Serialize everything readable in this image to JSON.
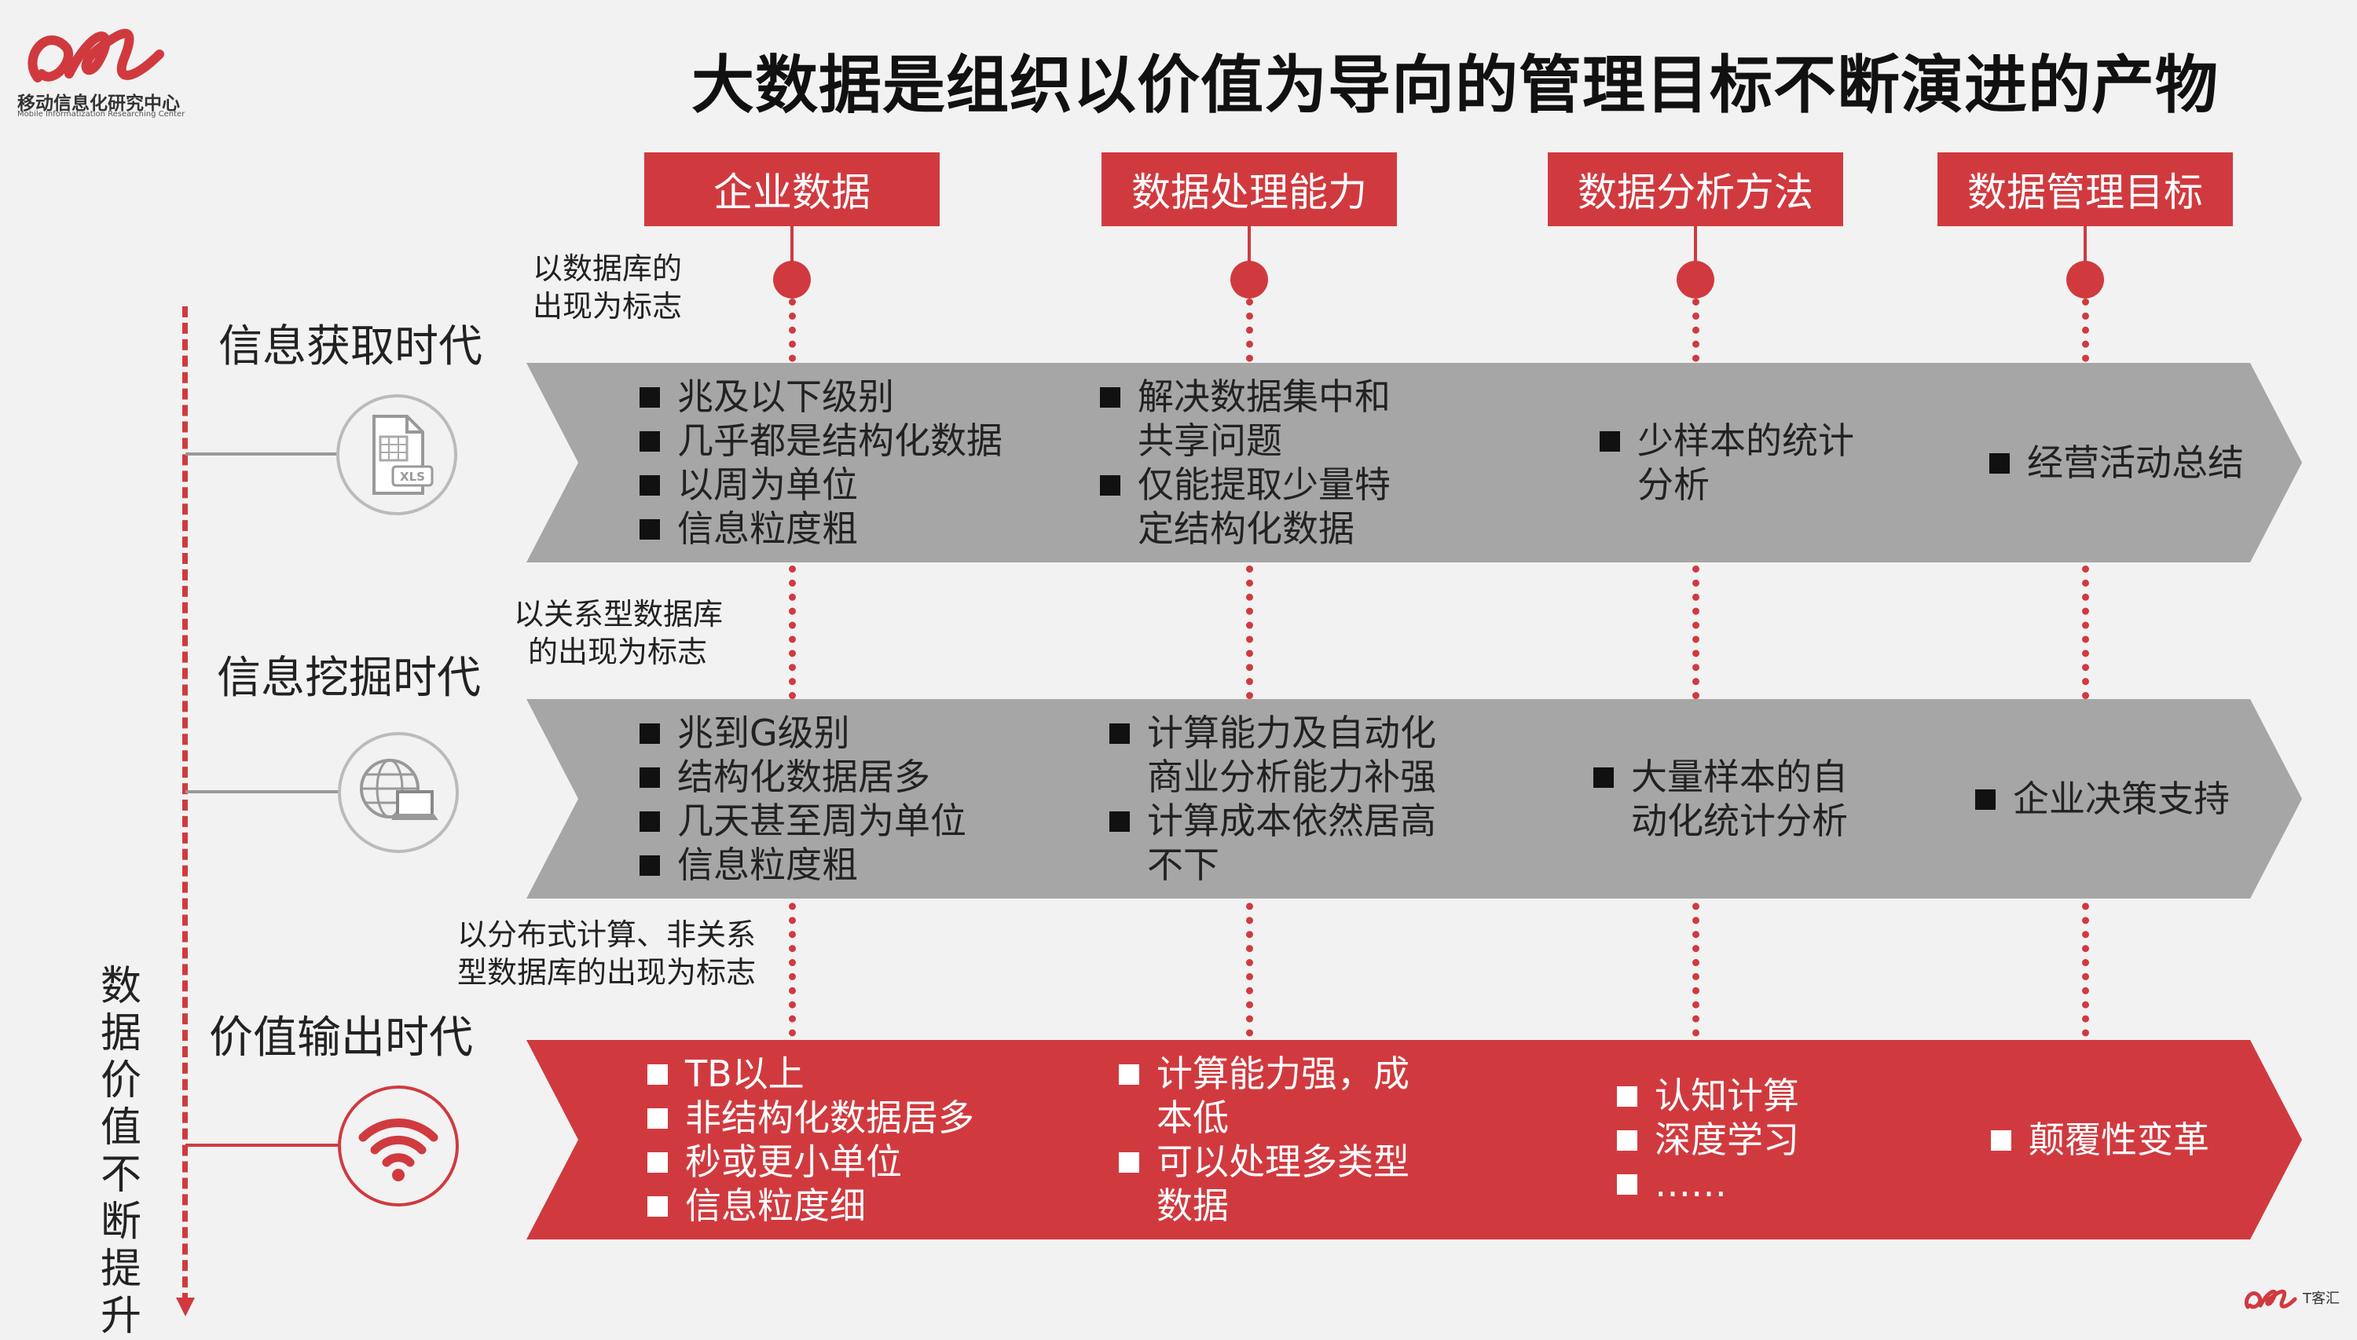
{
  "logo": {
    "cn": "移动信息化研究中心",
    "en": "Mobile Informatization Researching Center",
    "brand_color": "#d03a3f"
  },
  "title": "大数据是组织以价值为导向的管理目标不断演进的产物",
  "columns": [
    "企业数据",
    "数据处理能力",
    "数据分析方法",
    "数据管理目标"
  ],
  "axis_label": "数据价值不断提升",
  "eras": [
    {
      "name": "信息获取时代",
      "note": [
        "以数据库的",
        "出现为标志"
      ],
      "icon": "xls-file-icon",
      "style": "gray",
      "cells": [
        [
          "兆及以下级别",
          "几乎都是结构化数据",
          "以周为单位",
          "信息粒度粗"
        ],
        [
          "解决数据集中和",
          "共享问题",
          "仅能提取少量特",
          "定结构化数据"
        ],
        [
          "少样本的统计",
          "分析"
        ],
        [
          "经营活动总结"
        ]
      ]
    },
    {
      "name": "信息挖掘时代",
      "note": [
        "以关系型数据库",
        "的出现为标志"
      ],
      "icon": "globe-laptop-icon",
      "style": "gray",
      "cells": [
        [
          "兆到G级别",
          "结构化数据居多",
          "几天甚至周为单位",
          "信息粒度粗"
        ],
        [
          "计算能力及自动化",
          "商业分析能力补强",
          "计算成本依然居高",
          "不下"
        ],
        [
          "大量样本的自",
          "动化统计分析"
        ],
        [
          "企业决策支持"
        ]
      ]
    },
    {
      "name": "价值输出时代",
      "note": [
        "以分布式计算、非关系",
        "型数据库的出现为标志"
      ],
      "icon": "wifi-icon",
      "style": "red",
      "cells": [
        [
          "TB以上",
          "非结构化数据居多",
          "秒或更小单位",
          "信息粒度细"
        ],
        [
          "计算能力强，成",
          "本低",
          "可以处理多类型",
          "数据"
        ],
        [
          "认知计算",
          "深度学习",
          "……"
        ],
        [
          "颠覆性变革"
        ]
      ]
    }
  ],
  "watermark": "T客汇"
}
